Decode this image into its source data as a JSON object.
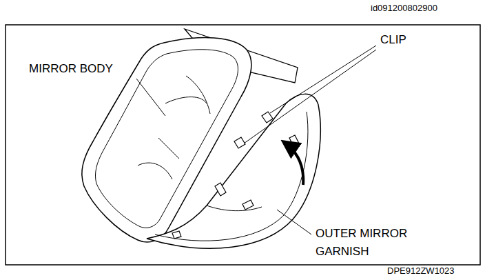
{
  "diagram": {
    "labels": [
      "id091200802900",
      "MIRROR BODY",
      "CLIP",
      "OUTER MIRROR GARNISH",
      "DPE912ZW1023"
    ]
  }
}
